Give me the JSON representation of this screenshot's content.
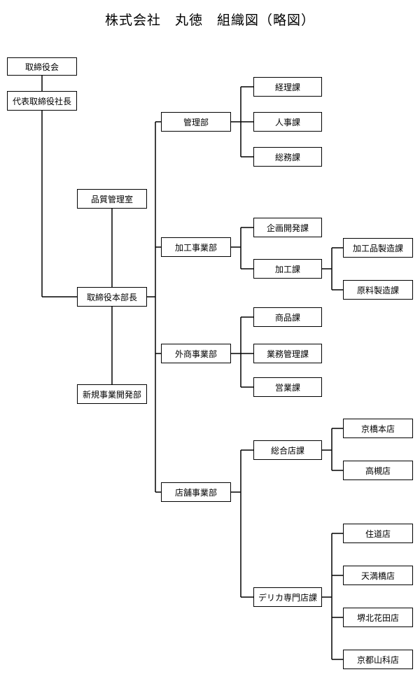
{
  "title": "株式会社　丸徳　組織図（略図）",
  "nodes": {
    "board": "取締役会",
    "president": "代表取締役社長",
    "quality": "品質管理室",
    "exec_director": "取締役本部長",
    "new_business": "新規事業開発部",
    "admin_dept": "管理部",
    "accounting": "経理課",
    "hr": "人事課",
    "general_affairs": "総務課",
    "processing_dept": "加工事業部",
    "planning_dev": "企画開発課",
    "processing_sec": "加工課",
    "processed_mfg": "加工品製造課",
    "raw_mfg": "原料製造課",
    "trade_dept": "外商事業部",
    "products": "商品課",
    "business_mgmt": "業務管理課",
    "sales": "営業課",
    "store_dept": "店舗事業部",
    "general_store": "総合店課",
    "kyobashi_main": "京橋本店",
    "takatsuki": "高槻店",
    "deli_store": "デリカ専門店課",
    "sumimichi": "住道店",
    "tenmabashi": "天満橋店",
    "sakai_kitahanada": "堺北花田店",
    "kyoto_yamashina": "京都山科店"
  }
}
